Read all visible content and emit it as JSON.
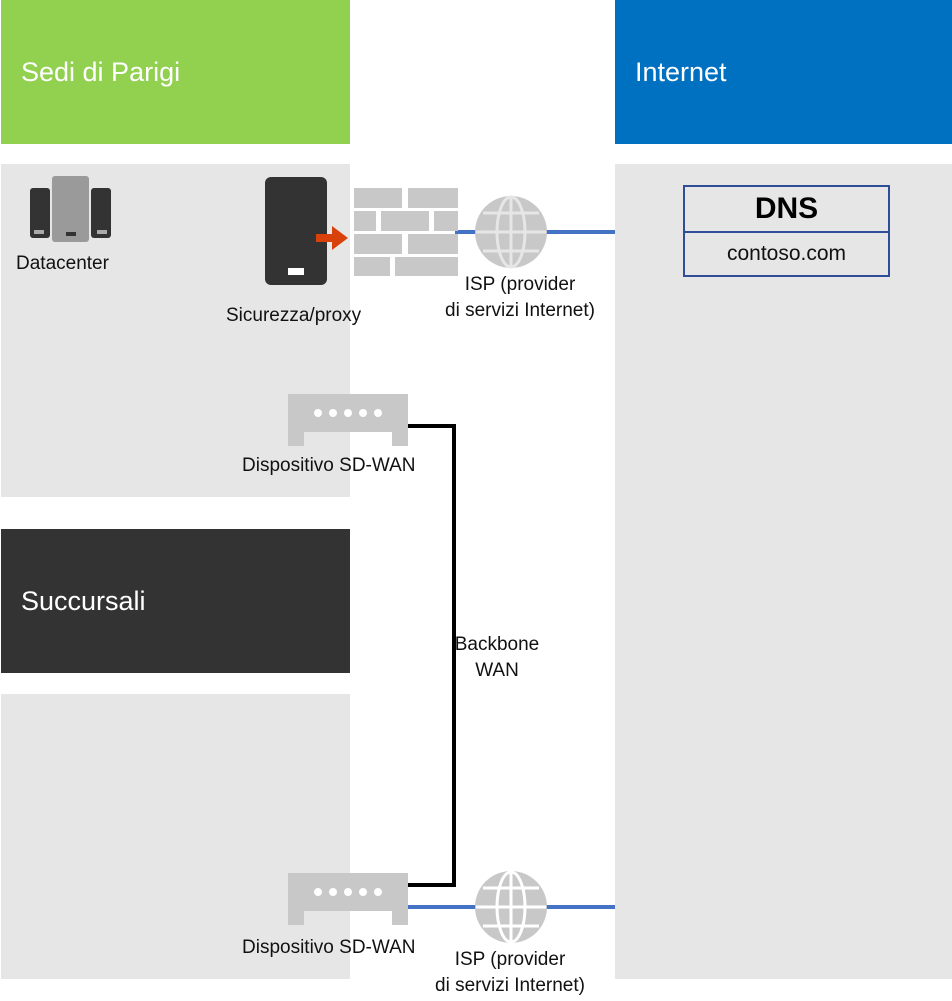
{
  "regions": {
    "paris": {
      "title": "Sedi di Parigi",
      "color": "#92d050"
    },
    "internet": {
      "title": "Internet",
      "color": "#0070c0"
    },
    "branches": {
      "title": "Succursali",
      "color": "#333333"
    }
  },
  "nodes": {
    "datacenter": {
      "label": "Datacenter",
      "icon": "datacenter-servers-icon"
    },
    "security_proxy": {
      "label": "Sicurezza/proxy",
      "icon": "proxy-server-icon"
    },
    "isp_top": {
      "label_line1": "ISP (provider",
      "label_line2": "di servizi Internet)",
      "icon": "globe-icon"
    },
    "sdwan_top": {
      "label": "Dispositivo SD-WAN",
      "icon": "sdwan-device-icon"
    },
    "backbone": {
      "label_line1": "Backbone",
      "label_line2": "WAN"
    },
    "sdwan_bottom": {
      "label": "Dispositivo SD-WAN",
      "icon": "sdwan-device-icon"
    },
    "isp_bottom": {
      "label_line1": "ISP (provider",
      "label_line2": "di servizi Internet)",
      "icon": "globe-icon"
    }
  },
  "dns": {
    "title": "DNS",
    "domain": "contoso.com"
  },
  "colors": {
    "panel": "#e6e6e6",
    "internet_link": "#4472c4",
    "wan_link": "#000000",
    "arrow": "#d9410b",
    "device_dark": "#333333",
    "device_light": "#c8c8c8"
  }
}
